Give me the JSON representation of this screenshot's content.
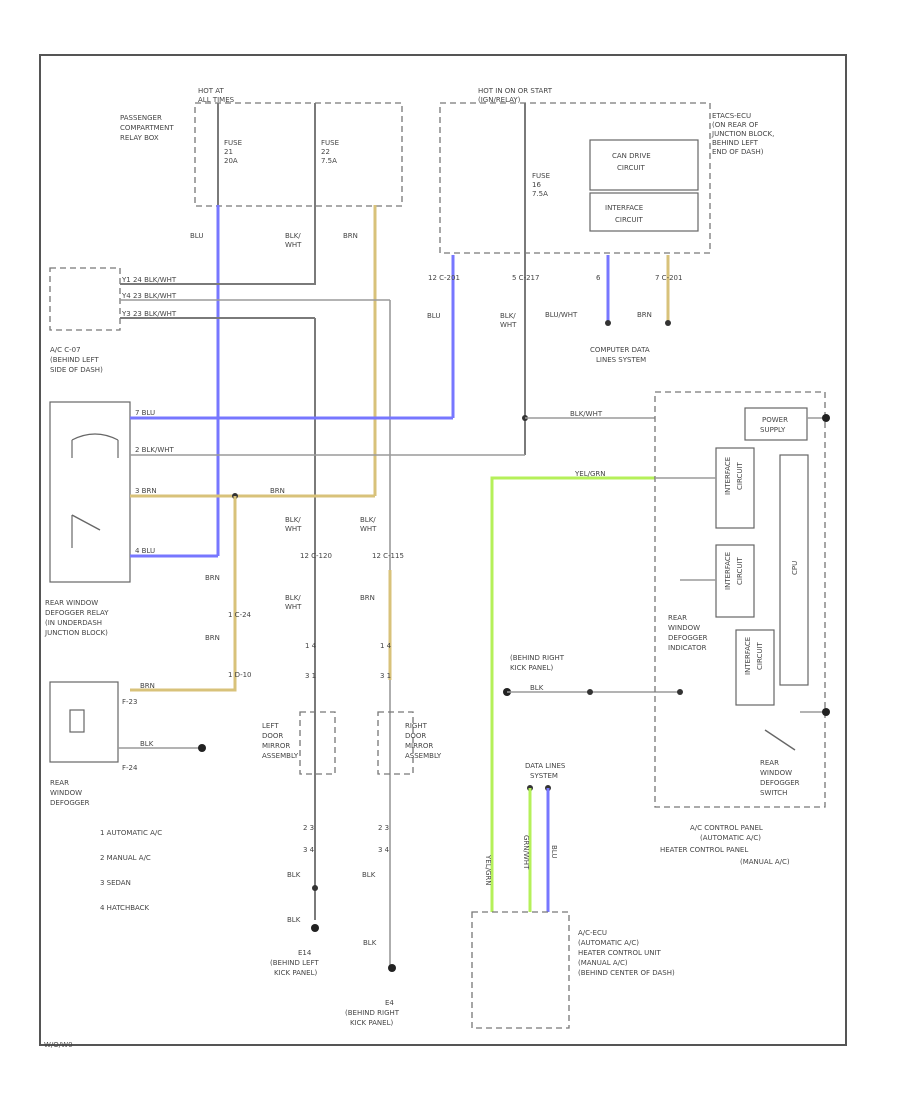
{
  "frame_id": "W/O/W0",
  "top": {
    "hot_at": "HOT AT",
    "hot_at2": "ALL TIMES",
    "hot_in": "HOT IN ON OR START",
    "hot_in2": "(IGN/RELAY)",
    "pcr_box": [
      "PASSENGER",
      "COMPARTMENT",
      "RELAY BOX"
    ],
    "fuse_a": [
      "FUSE",
      "21",
      "20A"
    ],
    "fuse_b": [
      "FUSE",
      "22",
      "7.5A"
    ],
    "fuse_c": [
      "FUSE",
      "16",
      "7.5A"
    ],
    "etacs": [
      "ETACS-ECU",
      "(ON REAR OF",
      "JUNCTION BLOCK,",
      "BEHIND LEFT",
      "END OF DASH)"
    ],
    "can_drive": [
      "CAN DRIVE",
      "CIRCUIT"
    ],
    "interface": [
      "INTERFACE",
      "CIRCUIT"
    ]
  },
  "wires": {
    "blu": "BLU",
    "blk_wht": [
      "BLK/",
      "WHT"
    ],
    "brn": "BRN",
    "blk_wht_full": "BLK/WHT",
    "blu_wht": "BLU/WHT",
    "c_201a": "12  C-201",
    "c_217": "5  C-217",
    "c_201b": "7  C-201",
    "c_201c": "6",
    "blu_l": "BLU",
    "blk_wht_l": [
      "BLK/",
      "WHT"
    ],
    "blu_wht_l": "BLU/WHT",
    "brn_l": "BRN",
    "cd_lines": [
      "COMPUTER DATA",
      "LINES SYSTEM"
    ],
    "y1": "Y1  24  BLK/WHT",
    "y2": "Y4  23  BLK/WHT",
    "y3": "Y3  23  BLK/WHT",
    "ac_c07": [
      "A/C C-07",
      "(BEHIND LEFT",
      "SIDE OF DASH)"
    ],
    "r_blu": "7 BLU",
    "r_blkwht": "2 BLK/WHT",
    "r_brn": "3 BRN",
    "r_blu2": "4 BLU",
    "brn_mid": "BRN",
    "c120": "12  C-120",
    "c115": "12  C-115",
    "blk_wht_m1": [
      "BLK/",
      "WHT"
    ],
    "blk_wht_m2": [
      "BLK/",
      "WHT"
    ],
    "brn_v": "BRN",
    "c24": "1  C-24",
    "c_brn2": "BRN",
    "d10": "1  D-10",
    "rwdr": [
      "REAR WINDOW",
      "DEFOGGER RELAY",
      "(IN UNDERDASH",
      "JUNCTION BLOCK)"
    ],
    "f23": "F-23",
    "f24": "F-24",
    "brn_f": "BRN",
    "blk_f": "BLK",
    "rear_def": [
      "REAR",
      "WINDOW",
      "DEFOGGER"
    ],
    "legend": [
      "1  AUTOMATIC A/C",
      "2  MANUAL A/C",
      "3  SEDAN",
      "4  HATCHBACK"
    ],
    "ld_mirror": [
      "LEFT",
      "DOOR",
      "MIRROR",
      "ASSEMBLY"
    ],
    "rd_mirror": [
      "RIGHT",
      "DOOR",
      "MIRROR",
      "ASSEMBLY"
    ],
    "n14": "1  4",
    "n14b": "1  4",
    "n37": "3  1",
    "n37b": "3  1",
    "n23": "2  3",
    "n23b": "2  3",
    "n34": "3  4",
    "n34b": "3  4",
    "blk_g1": "BLK",
    "blk_g2": "BLK",
    "blk_g3": "BLK",
    "e14": [
      "E14",
      "(BEHIND LEFT",
      "KICK PANEL)"
    ],
    "e4": [
      "E4",
      "(BEHIND RIGHT",
      "KICK PANEL)"
    ],
    "brkp": [
      "(BEHIND RIGHT",
      "KICK PANEL)"
    ],
    "blk_r1": "BLK",
    "blk_r2": "BLK",
    "data_lines": [
      "DATA LINES",
      "SYSTEM"
    ],
    "yel_grn": "YEL/GRN",
    "yel_grn_v": "YEL/GRN",
    "grn_wht_v": "GRN/WHT",
    "blu_v": "BLU",
    "ac_ecu": [
      "A/C-ECU",
      "(AUTOMATIC A/C)",
      "HEATER CONTROL UNIT",
      "(MANUAL A/C)",
      "(BEHIND CENTER OF DASH)"
    ],
    "power_supply": [
      "POWER",
      "SUPPLY"
    ],
    "ic1": [
      "INTERFACE",
      "CIRCUIT"
    ],
    "ic2": [
      "INTERFACE",
      "CIRCUIT"
    ],
    "ic3": [
      "INTERFACE",
      "CIRCUIT"
    ],
    "cpu": "CPU",
    "rwdi": [
      "REAR",
      "WINDOW",
      "DEFOGGER",
      "INDICATOR"
    ],
    "rwds": [
      "REAR",
      "WINDOW",
      "DEFOGGER",
      "SWITCH"
    ],
    "acp": [
      "A/C CONTROL PANEL",
      "(AUTOMATIC A/C)",
      "HEATER CONTROL PANEL",
      "(MANUAL A/C)"
    ],
    "blk_wht_ps": "BLK/WHT"
  }
}
